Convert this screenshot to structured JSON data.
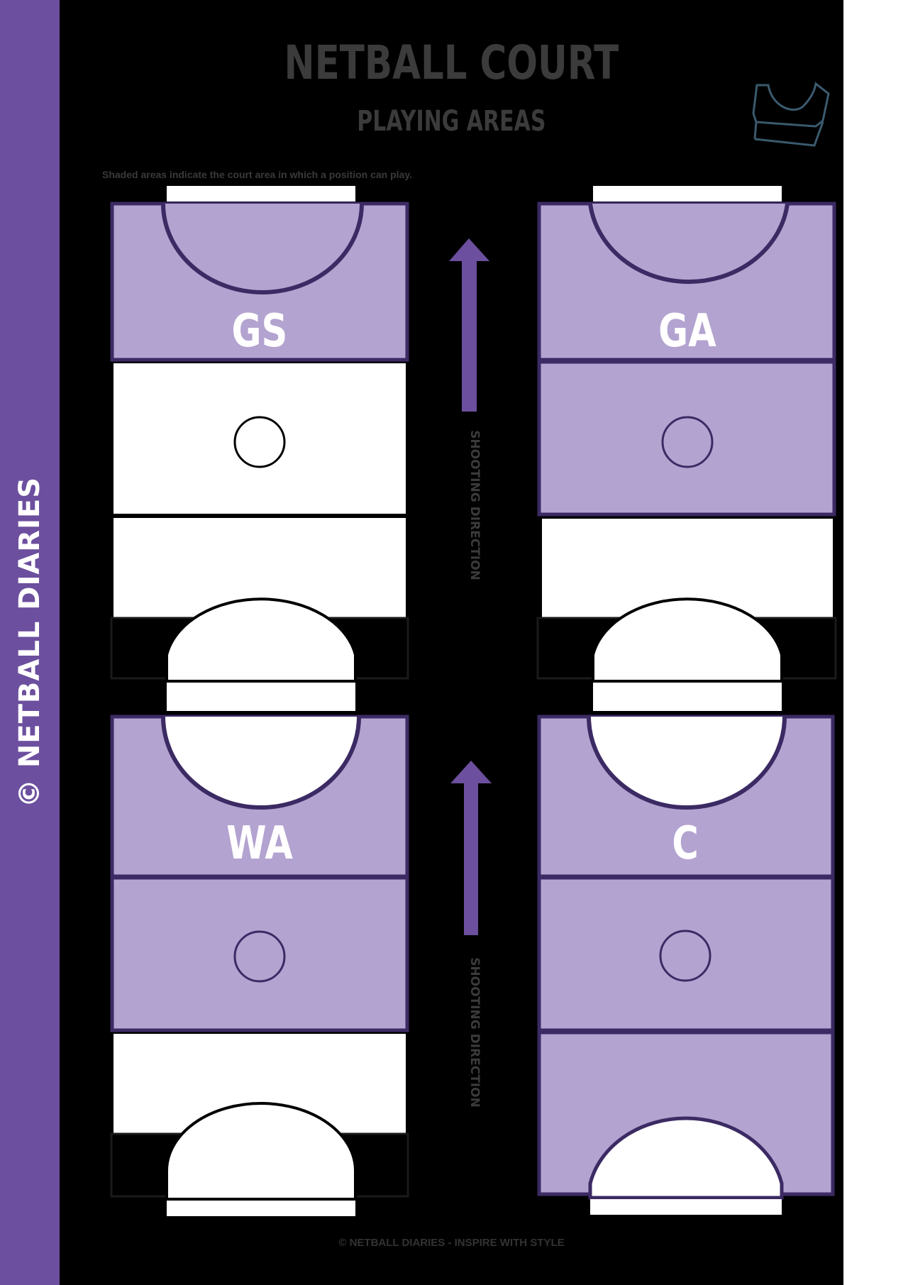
{
  "sidebar": {
    "copyright": "© NETBALL DIARIES"
  },
  "header": {
    "title": "NETBALL COURT",
    "subtitle": "PLAYING AREAS"
  },
  "note": "Shaded areas indicate the court area in which a position can play.",
  "direction_label": "SHOOTING DIRECTION",
  "footer": "© NETBALL DIARIES - INSPIRE WITH STYLE",
  "colors": {
    "shaded": "#b3a3d0",
    "line": "#3b2a63",
    "accent": "#6c4f9e",
    "background": "#000000"
  },
  "positions": [
    {
      "code": "GS",
      "shaded_thirds": [
        "top"
      ]
    },
    {
      "code": "GA",
      "shaded_thirds": [
        "top",
        "middle"
      ]
    },
    {
      "code": "WA",
      "shaded_thirds": [
        "top",
        "middle"
      ]
    },
    {
      "code": "C",
      "shaded_thirds": [
        "top",
        "middle",
        "bottom"
      ]
    }
  ],
  "icons": {
    "logo": "sports-bra-icon",
    "arrow": "arrow-up-icon"
  }
}
